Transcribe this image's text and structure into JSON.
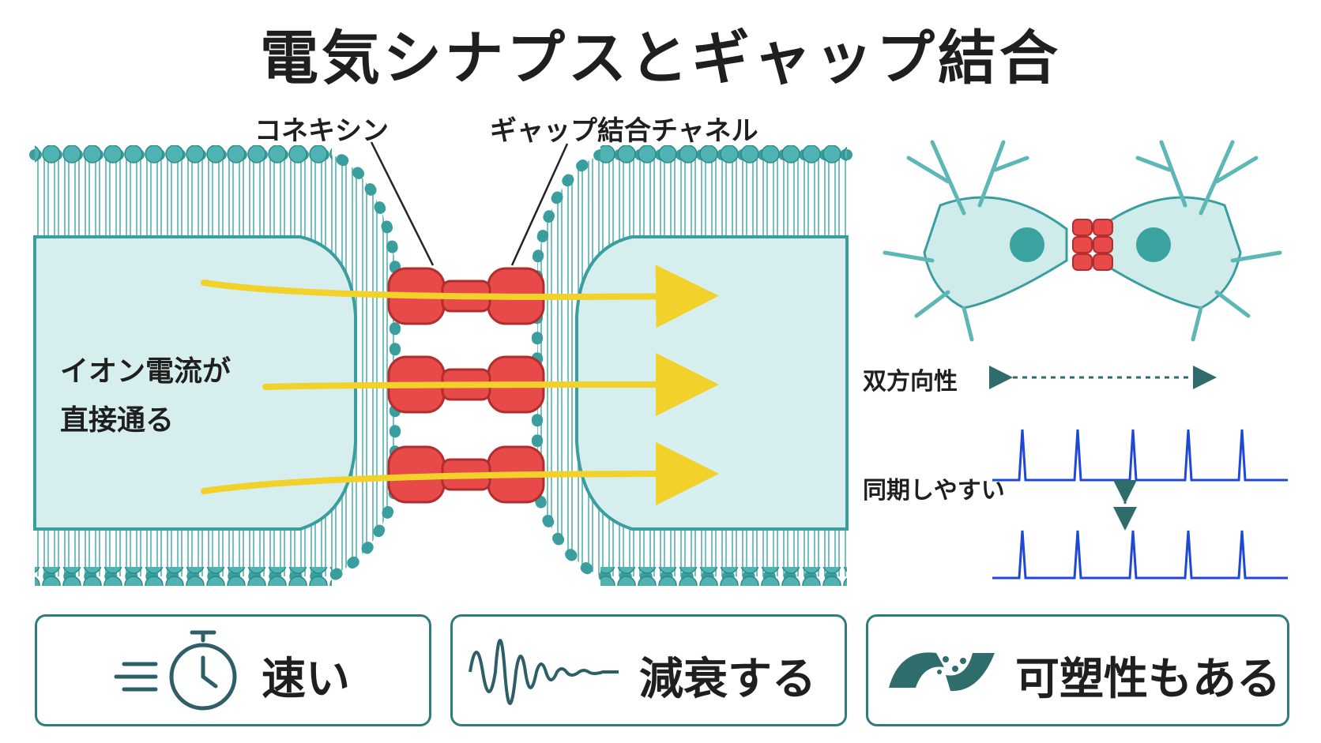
{
  "title": "電気シナプスとギャップ結合",
  "labels": {
    "connexin": "コネキシン",
    "gap_channel": "ギャップ結合チャネル",
    "ion_line1": "イオン電流が",
    "ion_line2": "直接通る",
    "bidirectional": "双方向性",
    "synchrony": "同期しやすい"
  },
  "cards": [
    {
      "text": "速い",
      "icon": "stopwatch-icon"
    },
    {
      "text": "減衰する",
      "icon": "damped-wave-icon"
    },
    {
      "text": "可塑性もある",
      "icon": "synapse-release-icon"
    }
  ],
  "colors": {
    "membrane": "#3a9e9e",
    "cytoplasm": "#d6efee",
    "connexin": "#e84a4a",
    "ion_arrow": "#f2d12a",
    "spike": "#1f48d6",
    "outline": "#2e7d7d"
  }
}
